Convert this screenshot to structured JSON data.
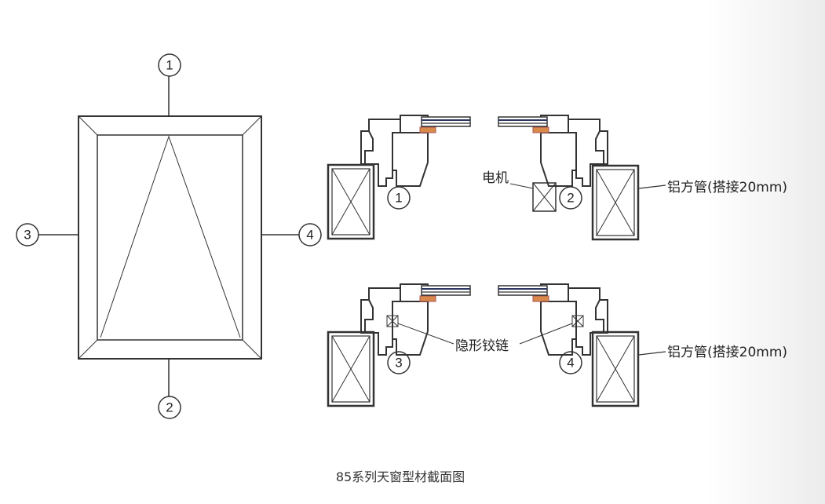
{
  "markers": {
    "m1": "1",
    "m2": "2",
    "m3": "3",
    "m4": "4"
  },
  "labels": {
    "motor": "电机",
    "tube_top": "铝方管(搭接20mm)",
    "hinge": "隐形铰链",
    "tube_bottom": "铝方管(搭接20mm)"
  },
  "caption": "85系列天窗型材截面图",
  "colors": {
    "line": "#333333",
    "gasket": "#d9894a",
    "glass": "#2b3560"
  }
}
